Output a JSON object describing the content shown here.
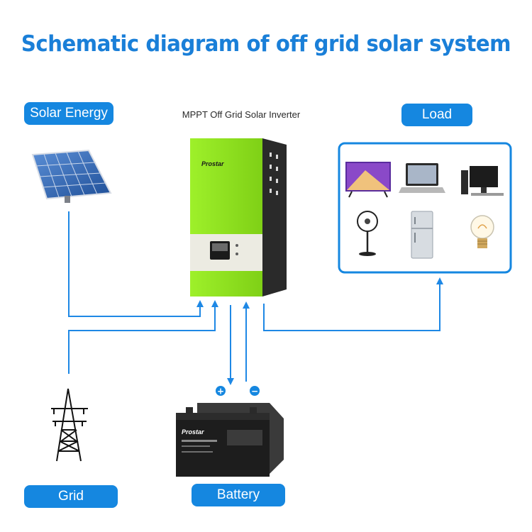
{
  "title": "Schematic diagram of off grid solar system",
  "labels": {
    "solar": "Solar Energy",
    "load": "Load",
    "grid": "Grid",
    "battery": "Battery",
    "inverter": "MPPT Off Grid  Solar Inverter"
  },
  "inverter": {
    "brand": "Prostar"
  },
  "battery": {
    "brand": "Prostar",
    "plus": "+",
    "minus": "−"
  },
  "colors": {
    "accent": "#1587e0",
    "title": "#1a7fd8",
    "line": "#1e88e5",
    "inverter_green": "#8ee01e"
  },
  "load_items": [
    "tv-icon",
    "laptop-icon",
    "desktop-pc-icon",
    "fan-icon",
    "fridge-icon",
    "bulb-icon"
  ]
}
